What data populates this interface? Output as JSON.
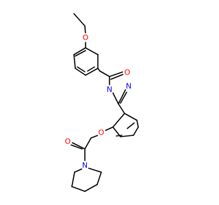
{
  "structure": {
    "atoms": [
      {
        "id": "O1",
        "label": "O",
        "color": "#ff0000"
      },
      {
        "id": "O2",
        "label": "O",
        "color": "#ff0000"
      },
      {
        "id": "N1",
        "label": "N",
        "color": "#0000ff"
      },
      {
        "id": "O3",
        "label": "O",
        "color": "#ff0000"
      },
      {
        "id": "O4",
        "label": "O",
        "color": "#ff0000"
      },
      {
        "id": "N2",
        "label": "N",
        "color": "#0000ff"
      },
      {
        "id": "N3",
        "label": "N",
        "color": "#0000ff"
      }
    ],
    "bond_color": "#000000"
  }
}
